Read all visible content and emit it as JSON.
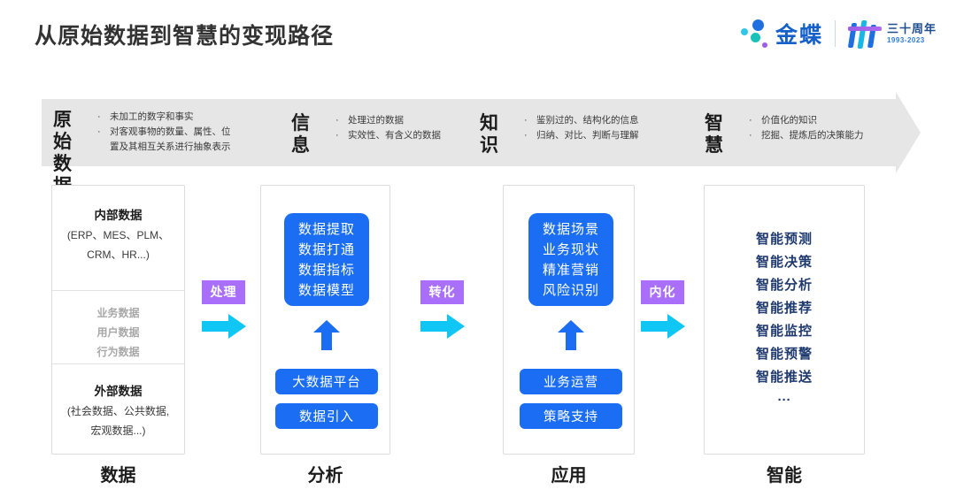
{
  "header": {
    "title": "从原始数据到智慧的变现路径",
    "brand": {
      "name": "金蝶",
      "anniversary_top": "三十周年",
      "anniversary_years": "1993-2023"
    }
  },
  "banner": {
    "segments": [
      {
        "term_lines": [
          "原始",
          "数据"
        ],
        "bullets": [
          "未加工的数字和事实",
          "对客观事物的数量、属性、位",
          "置及其相互关系进行抽象表示"
        ]
      },
      {
        "term_lines": [
          "信",
          "息"
        ],
        "bullets": [
          "处理过的数据",
          "实效性、有含义的数据"
        ]
      },
      {
        "term_lines": [
          "知",
          "识"
        ],
        "bullets": [
          "鉴别过的、结构化的信息",
          "归纳、对比、判断与理解"
        ]
      },
      {
        "term_lines": [
          "智",
          "慧"
        ],
        "bullets": [
          "价值化的知识",
          "挖掘、提炼后的决策能力"
        ]
      }
    ]
  },
  "columns": [
    {
      "label": "数据",
      "internal_title": "内部数据",
      "internal_sub_line1": "(ERP、MES、PLM、",
      "internal_sub_line2": "CRM、HR...)",
      "middle_items": [
        "业务数据",
        "用户数据",
        "行为数据"
      ],
      "external_title": "外部数据",
      "external_sub_line1": "(社会数据、公共数据,",
      "external_sub_line2": "宏观数据...)"
    },
    {
      "label": "分析",
      "box_items": [
        "数据提取",
        "数据打通",
        "数据指标",
        "数据模型"
      ],
      "pill_top": "大数据平台",
      "pill_bottom": "数据引入"
    },
    {
      "label": "应用",
      "box_items": [
        "数据场景",
        "业务现状",
        "精准营销",
        "风险识别"
      ],
      "pill_top": "业务运营",
      "pill_bottom": "策略支持"
    },
    {
      "label": "智能",
      "items": [
        "智能预测",
        "智能决策",
        "智能分析",
        "智能推荐",
        "智能监控",
        "智能预警",
        "智能推送"
      ],
      "ellipsis": "···"
    }
  ],
  "connectors": [
    {
      "label": "处理"
    },
    {
      "label": "转化"
    },
    {
      "label": "内化"
    }
  ],
  "colors": {
    "blue": "#1b6ef3",
    "cyan": "#10c6f5",
    "purple": "#a96ffa",
    "navy": "#1f3a6e",
    "banner_gray": "#e6e6e6",
    "brand_blue": "#1660c9"
  }
}
